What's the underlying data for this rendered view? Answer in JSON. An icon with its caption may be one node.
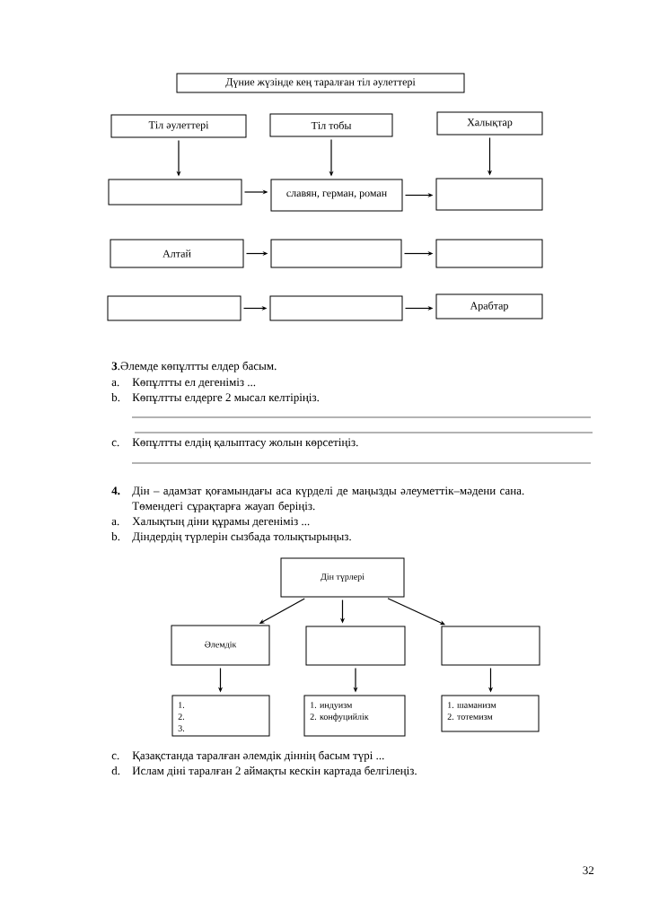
{
  "diagram": {
    "nodes": [
      {
        "text": [
          "Дүние жүзінде кең таралған тіл әулеттері"
        ]
      },
      {
        "text": [
          "Тіл әулеттері"
        ]
      },
      {
        "text": [
          "Тіл тобы"
        ]
      },
      {
        "text": [
          "Халықтар"
        ]
      },
      {
        "text": [],
        "shape": "box"
      },
      {
        "text": [
          "славян, герман, роман"
        ]
      },
      {
        "text": [],
        "shape": "box"
      },
      {
        "text": [
          "Алтай"
        ]
      },
      {
        "text": [],
        "shape": "box"
      },
      {
        "text": [],
        "shape": "box"
      },
      {
        "text": [],
        "shape": "box"
      },
      {
        "text": [],
        "shape": "box"
      },
      {
        "text": [
          "Арабтар"
        ]
      },
      {
        "text": [
          "Дін түрлері"
        ]
      },
      {
        "text": [
          "Әлемдік"
        ]
      },
      {
        "text": [],
        "shape": "box"
      },
      {
        "text": [],
        "shape": "box"
      },
      {
        "text": [
          "1.",
          "2.",
          "3."
        ]
      },
      {
        "text": [
          "1. индуизм",
          "2. конфуцийлік"
        ]
      },
      {
        "text": [
          "1. шаманизм",
          "2. тотемизм"
        ]
      }
    ],
    "edges": [
      {
        "from": 1,
        "to": 4,
        "arrow": "to"
      },
      {
        "from": 2,
        "to": 5,
        "arrow": "to"
      },
      {
        "from": 3,
        "to": 6,
        "arrow": "to"
      },
      {
        "from": 4,
        "to": 5,
        "arrow": "to"
      },
      {
        "from": 5,
        "to": 6,
        "arrow": "to"
      },
      {
        "from": 7,
        "to": 8,
        "arrow": "to"
      },
      {
        "from": 8,
        "to": 9,
        "arrow": "to"
      },
      {
        "from": 10,
        "to": 11,
        "arrow": "to"
      },
      {
        "from": 11,
        "to": 12,
        "arrow": "to"
      },
      {
        "from": 13,
        "to": 14,
        "arrow": "to"
      },
      {
        "from": 13,
        "to": 15,
        "arrow": "to"
      },
      {
        "from": 13,
        "to": 16,
        "arrow": "to"
      },
      {
        "from": 14,
        "to": 17,
        "arrow": "to"
      },
      {
        "from": 15,
        "to": 18,
        "arrow": "to"
      },
      {
        "from": 16,
        "to": 19,
        "arrow": "to"
      }
    ],
    "labels": [
      "**3**.Әлемде көпұлтты елдер басым.",
      "a.",
      "Көпұлтты ел дегеніміз ...",
      "b.",
      "Көпұлтты елдерге 2 мысал келтіріңіз.",
      "c.",
      "Көпұлтты елдің қалыптасу жолын көрсетіңіз.",
      "4.",
      "Дін – адамзат қоғамындағы аса күрделі де маңызды әлеуметтік–мәдени сана. Төмендегі сұрақтарға жауап беріңіз.",
      "a.",
      "Халықтың діни құрамы дегеніміз ...",
      "b.",
      "Діндердің түрлерін сызбада толықтырыңыз.",
      "c.",
      "Қазақстанда таралған әлемдік діннің басым түрі ...",
      "d.",
      "Ислам діні таралған 2 аймақты кескін картада белгілеңіз.",
      "32"
    ]
  }
}
